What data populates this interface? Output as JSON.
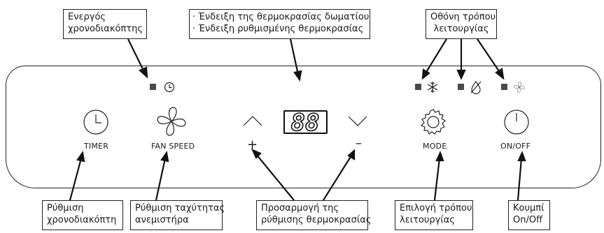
{
  "callouts": {
    "timer_active": [
      "Ενεργός",
      "χρονοδιακόπτης"
    ],
    "temp_display": [
      "· Ένδειξη της θερμοκρασίας δωματίου",
      "· Ένδειξη ρυθμισμένης θερμοκρασίας"
    ],
    "mode_screen": [
      "Οθόνη τρόπου",
      "λειτουργίας"
    ],
    "timer_set": [
      "Ρύθμιση",
      "χρονοδιακόπτη"
    ],
    "fan_speed_set": [
      "Ρύθμιση ταχύτητας",
      "ανεμιστήρα"
    ],
    "temp_adjust": [
      "Προσαρμογή της",
      "ρύθμισης θερμοκρασίας"
    ],
    "mode_select": [
      "Επιλογή τρόπου",
      "λειτουργίας"
    ],
    "power_button": [
      "Κουμπί",
      "On/Off"
    ]
  },
  "buttons": {
    "timer": "TIMER",
    "fan_speed": "FAN SPEED",
    "mode": "MODE",
    "on_off": "ON/OFF",
    "plus": "+",
    "minus": "–"
  },
  "display": {
    "digits": "88"
  },
  "icons": {
    "timer_indicator": "clock-icon",
    "mode_cool": "snowflake-icon",
    "mode_dry": "droplet-crossed-icon",
    "mode_fan": "fan-icon",
    "timer_button": "clock-icon",
    "fan_button": "fan-icon",
    "mode_button": "gear-icon",
    "power_button": "power-icon"
  },
  "colors": {
    "outline": "#222222",
    "led": "#4a4a4a"
  }
}
